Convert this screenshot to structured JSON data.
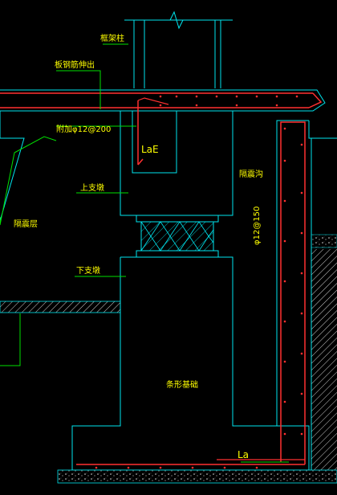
{
  "drawing": {
    "colors": {
      "background": "#000000",
      "outline": "#00e5ee",
      "rebar": "#ff3030",
      "text": "#ffff00",
      "leader": "#00e000",
      "hatch": "#ffffff"
    },
    "labels": {
      "column": "框架柱",
      "slab_rebar_extend": "板钢筋伸出",
      "added_rebar": "附加φ12@200",
      "lae": "LaE",
      "upper_pier": "上支墩",
      "isolation_layer": "隔震层",
      "isolation_trench": "隔震沟",
      "wall_rebar": "φ12@150",
      "lower_pier": "下支墩",
      "strip_foundation": "条形基础",
      "la": "La"
    },
    "icons": {
      "break_mark": "break-line-icon",
      "bearing": "isolation-bearing-icon",
      "soil": "soil-hatch-icon"
    }
  }
}
